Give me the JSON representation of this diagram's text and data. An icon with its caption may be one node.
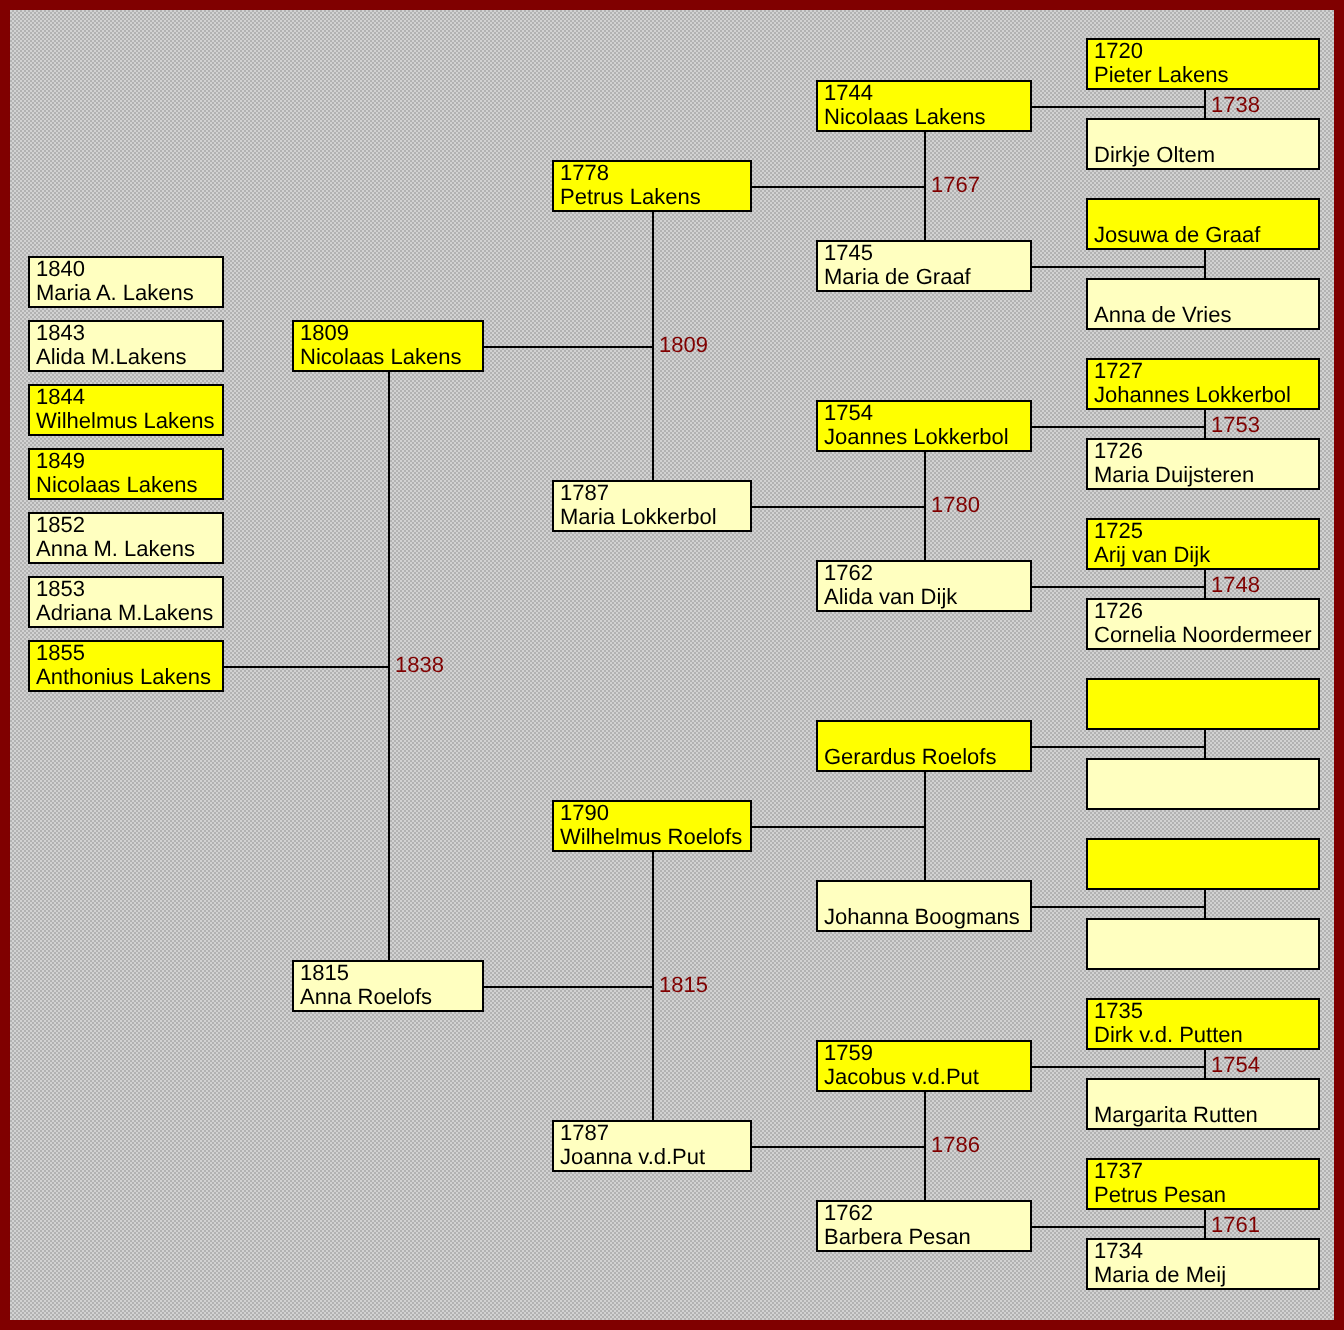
{
  "diagram": {
    "nodes": [
      {
        "text": [
          "1840",
          "Maria A. Lakens"
        ]
      },
      {
        "text": [
          "1843",
          "Alida M.Lakens"
        ]
      },
      {
        "text": [
          "1844",
          "Wilhelmus Lakens"
        ]
      },
      {
        "text": [
          "1849",
          "Nicolaas Lakens"
        ]
      },
      {
        "text": [
          "1852",
          "Anna M. Lakens"
        ]
      },
      {
        "text": [
          "1853",
          "Adriana M.Lakens"
        ]
      },
      {
        "text": [
          "1855",
          "Anthonius Lakens"
        ]
      },
      {
        "text": [
          "1809",
          "Nicolaas Lakens"
        ]
      },
      {
        "text": [
          "1815",
          "Anna Roelofs"
        ]
      },
      {
        "text": [
          "1778",
          "Petrus Lakens"
        ]
      },
      {
        "text": [
          "1787",
          "Maria Lokkerbol"
        ]
      },
      {
        "text": [
          "1790",
          "Wilhelmus Roelofs"
        ]
      },
      {
        "text": [
          "1787",
          "Joanna v.d.Put"
        ]
      },
      {
        "text": [
          "1744",
          "Nicolaas Lakens"
        ]
      },
      {
        "text": [
          "1745",
          "Maria de Graaf"
        ]
      },
      {
        "text": [
          "1754",
          "Joannes Lokkerbol"
        ]
      },
      {
        "text": [
          "1762",
          "Alida van Dijk"
        ]
      },
      {
        "text": [
          "Gerardus Roelofs"
        ]
      },
      {
        "text": [
          "Johanna Boogmans"
        ]
      },
      {
        "text": [
          "1759",
          "Jacobus v.d.Put"
        ]
      },
      {
        "text": [
          "1762",
          "Barbera Pesan"
        ]
      },
      {
        "text": [
          "1720",
          "Pieter Lakens"
        ]
      },
      {
        "text": [
          "Dirkje Oltem"
        ]
      },
      {
        "text": [
          "Josuwa de Graaf"
        ]
      },
      {
        "text": [
          "Anna de Vries"
        ]
      },
      {
        "text": [
          "1727",
          "Johannes Lokkerbol"
        ]
      },
      {
        "text": [
          "1726",
          "Maria Duijsteren"
        ]
      },
      {
        "text": [
          "1725",
          "Arij van Dijk"
        ]
      },
      {
        "text": [
          "1726",
          "Cornelia Noordermeer"
        ]
      },
      {
        "text": [],
        "shape": "box"
      },
      {
        "text": [],
        "shape": "box"
      },
      {
        "text": [],
        "shape": "box"
      },
      {
        "text": [],
        "shape": "box"
      },
      {
        "text": [
          "1735",
          "Dirk v.d. Putten"
        ]
      },
      {
        "text": [
          "Margarita Rutten"
        ]
      },
      {
        "text": [
          "1737",
          "Petrus Pesan"
        ]
      },
      {
        "text": [
          "1734",
          "Maria de Meij"
        ]
      }
    ],
    "edges": [
      {
        "from": 7,
        "to": 6,
        "arrow": "none",
        "label": "1838"
      },
      {
        "from": 8,
        "to": 6,
        "arrow": "none"
      },
      {
        "from": 9,
        "to": 7,
        "arrow": "none",
        "label": "1809"
      },
      {
        "from": 10,
        "to": 7,
        "arrow": "none"
      },
      {
        "from": 11,
        "to": 8,
        "arrow": "none",
        "label": "1815"
      },
      {
        "from": 12,
        "to": 8,
        "arrow": "none"
      },
      {
        "from": 13,
        "to": 9,
        "arrow": "none",
        "label": "1767"
      },
      {
        "from": 14,
        "to": 9,
        "arrow": "none"
      },
      {
        "from": 15,
        "to": 10,
        "arrow": "none",
        "label": "1780"
      },
      {
        "from": 16,
        "to": 10,
        "arrow": "none"
      },
      {
        "from": 17,
        "to": 11,
        "arrow": "none"
      },
      {
        "from": 18,
        "to": 11,
        "arrow": "none"
      },
      {
        "from": 19,
        "to": 12,
        "arrow": "none",
        "label": "1786"
      },
      {
        "from": 20,
        "to": 12,
        "arrow": "none"
      },
      {
        "from": 21,
        "to": 13,
        "arrow": "none",
        "label": "1738"
      },
      {
        "from": 22,
        "to": 13,
        "arrow": "none"
      },
      {
        "from": 23,
        "to": 14,
        "arrow": "none"
      },
      {
        "from": 24,
        "to": 14,
        "arrow": "none"
      },
      {
        "from": 25,
        "to": 15,
        "arrow": "none",
        "label": "1753"
      },
      {
        "from": 26,
        "to": 15,
        "arrow": "none"
      },
      {
        "from": 27,
        "to": 16,
        "arrow": "none",
        "label": "1748"
      },
      {
        "from": 28,
        "to": 16,
        "arrow": "none"
      },
      {
        "from": 29,
        "to": 17,
        "arrow": "none"
      },
      {
        "from": 30,
        "to": 17,
        "arrow": "none"
      },
      {
        "from": 31,
        "to": 18,
        "arrow": "none"
      },
      {
        "from": 32,
        "to": 18,
        "arrow": "none"
      },
      {
        "from": 33,
        "to": 19,
        "arrow": "none",
        "label": "1754"
      },
      {
        "from": 34,
        "to": 19,
        "arrow": "none"
      },
      {
        "from": 35,
        "to": 20,
        "arrow": "none",
        "label": "1761"
      },
      {
        "from": 36,
        "to": 20,
        "arrow": "none"
      }
    ]
  }
}
